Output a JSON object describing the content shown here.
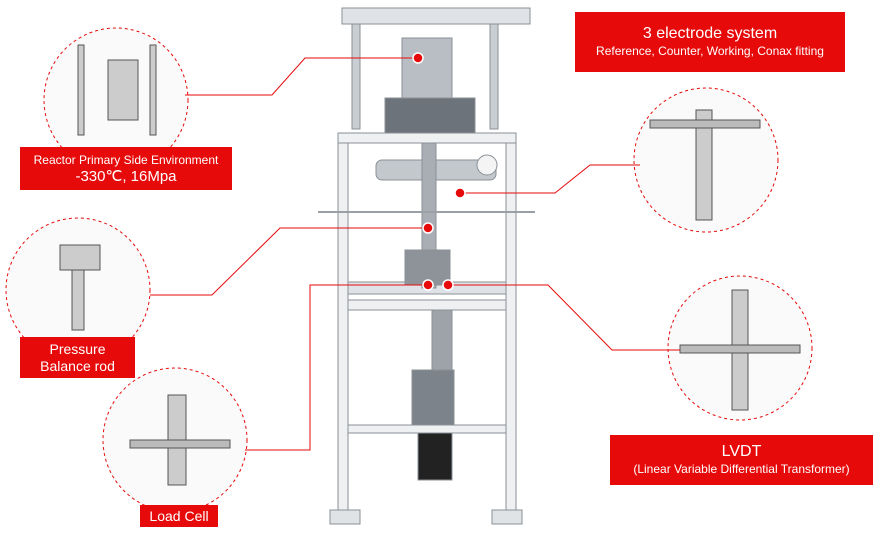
{
  "callouts": {
    "electrode": {
      "title": "3 electrode system",
      "subtitle": "Reference, Counter, Working, Conax fitting"
    },
    "reactor": {
      "title": "Reactor Primary Side Environment",
      "subtitle": "-330℃, 16Mpa"
    },
    "pressure": {
      "title": "Pressure",
      "subtitle": "Balance rod"
    },
    "loadcell": {
      "title": "Load Cell"
    },
    "lvdt": {
      "title": "LVDT",
      "subtitle": "(Linear Variable Differential Transformer)"
    }
  },
  "colors": {
    "accent": "#e60a0a",
    "frame": "#e8ebee",
    "steel": "#9aa0a6"
  }
}
